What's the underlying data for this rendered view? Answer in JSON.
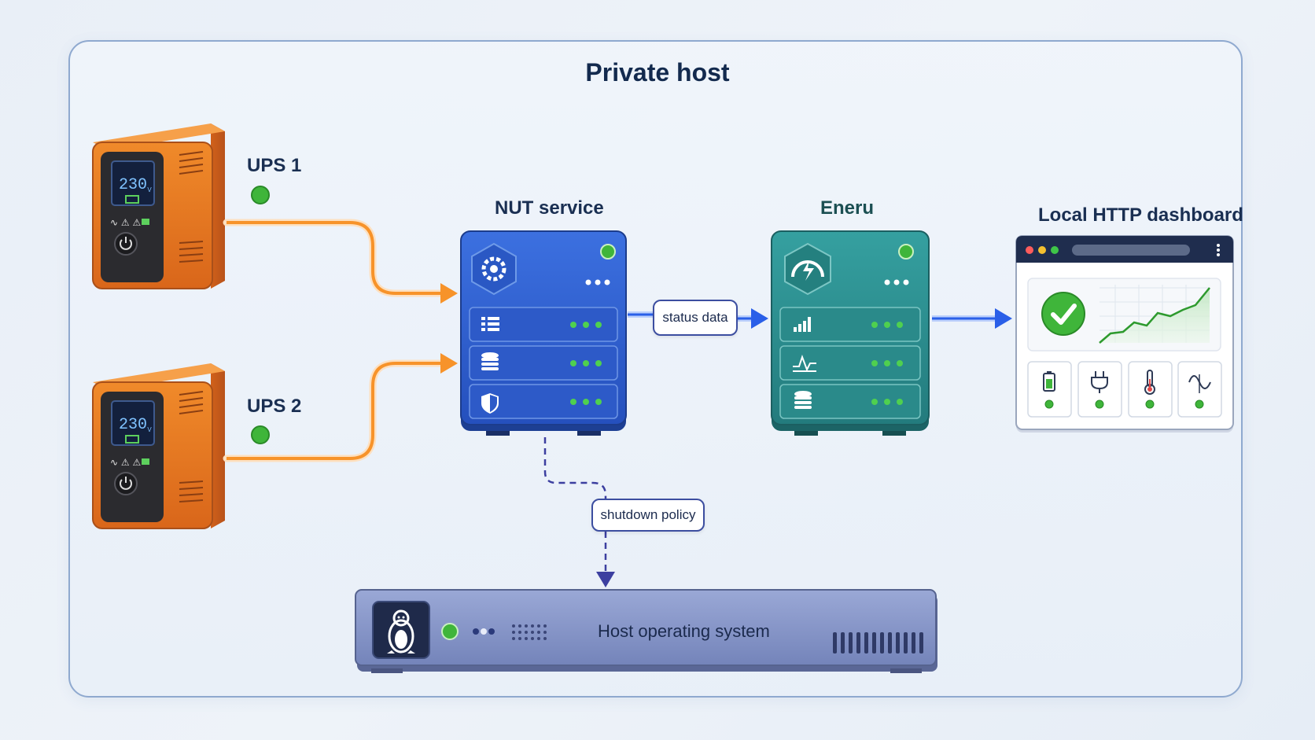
{
  "title": "Private host",
  "ups": [
    {
      "name": "UPS 1",
      "display_value": "230",
      "display_unit": "V"
    },
    {
      "name": "UPS 2",
      "display_value": "230",
      "display_unit": "V"
    }
  ],
  "nut_service": {
    "label": "NUT service"
  },
  "eneru": {
    "label": "Eneru"
  },
  "dashboard": {
    "label": "Local HTTP dashboard"
  },
  "edges": {
    "status_data": "status data",
    "shutdown_policy": "shutdown policy"
  },
  "host_os": {
    "label": "Host operating system"
  },
  "colors": {
    "ups_orange": "#e8741a",
    "power_line": "#f7932a",
    "nut_blue": "#2e5fd0",
    "eneru_teal": "#2a8c8c",
    "status_arrow": "#2a5fe8",
    "policy_line": "#3c3fa0",
    "status_green": "#3fb53a",
    "host_panel": "#7e8fc4"
  }
}
